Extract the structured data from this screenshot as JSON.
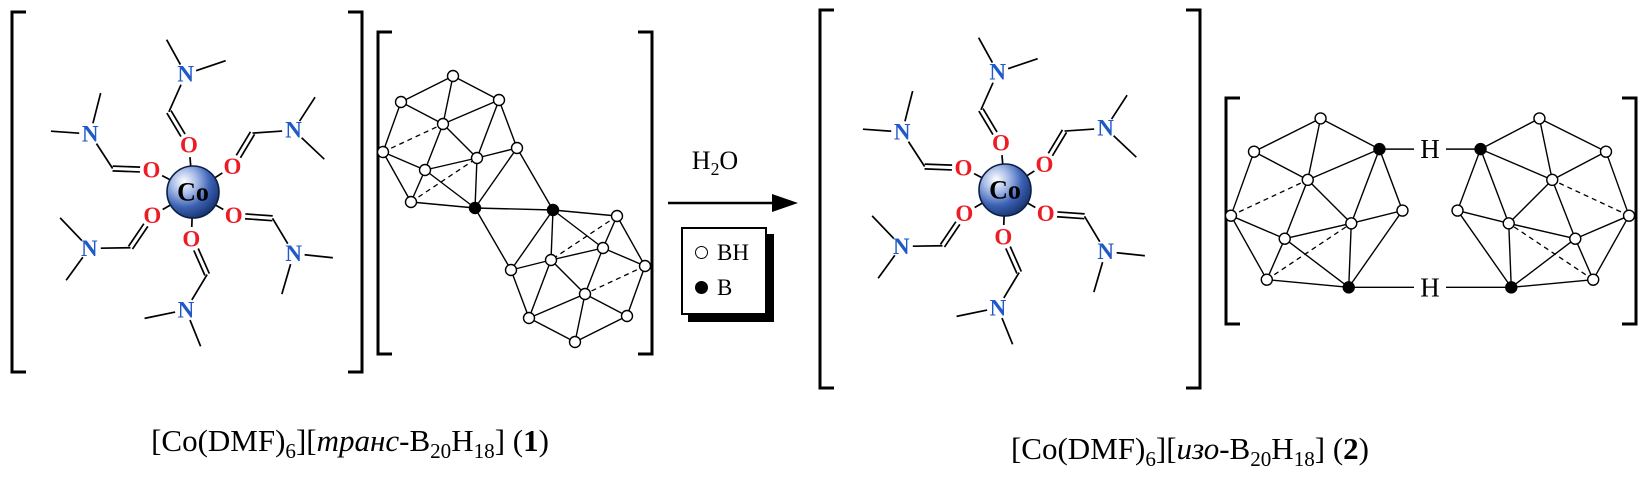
{
  "atoms": {
    "cobalt": "Co",
    "oxygen": "O",
    "nitrogen": "N",
    "bridge_hydrogen": "H"
  },
  "colors": {
    "oxygen": "#ec1c24",
    "nitrogen": "#1f5ac8",
    "bond": "#000000",
    "cobalt_sphere_dark": "#102c63"
  },
  "reaction": {
    "condition_segments": [
      {
        "t": "H"
      },
      {
        "t": "2",
        "sub": true
      },
      {
        "t": "O"
      }
    ],
    "legend": [
      {
        "icon": "open-circle",
        "label": "BH"
      },
      {
        "icon": "filled-circle",
        "label": "B"
      }
    ]
  },
  "captions": {
    "compound1_segments": [
      {
        "t": "[Co(DMF)"
      },
      {
        "t": "6",
        "sub": true
      },
      {
        "t": "]["
      },
      {
        "t": "транс",
        "italic": true
      },
      {
        "t": "-B"
      },
      {
        "t": "20",
        "sub": true
      },
      {
        "t": "H"
      },
      {
        "t": "18",
        "sub": true
      },
      {
        "t": "] ("
      },
      {
        "t": "1",
        "bold": true
      },
      {
        "t": ")"
      }
    ],
    "compound2_segments": [
      {
        "t": "[Co(DMF)"
      },
      {
        "t": "6",
        "sub": true
      },
      {
        "t": "]["
      },
      {
        "t": "изо",
        "italic": true
      },
      {
        "t": "-B"
      },
      {
        "t": "20",
        "sub": true
      },
      {
        "t": "H"
      },
      {
        "t": "18",
        "sub": true
      },
      {
        "t": "] ("
      },
      {
        "t": "2",
        "bold": true
      },
      {
        "t": ")"
      }
    ]
  }
}
